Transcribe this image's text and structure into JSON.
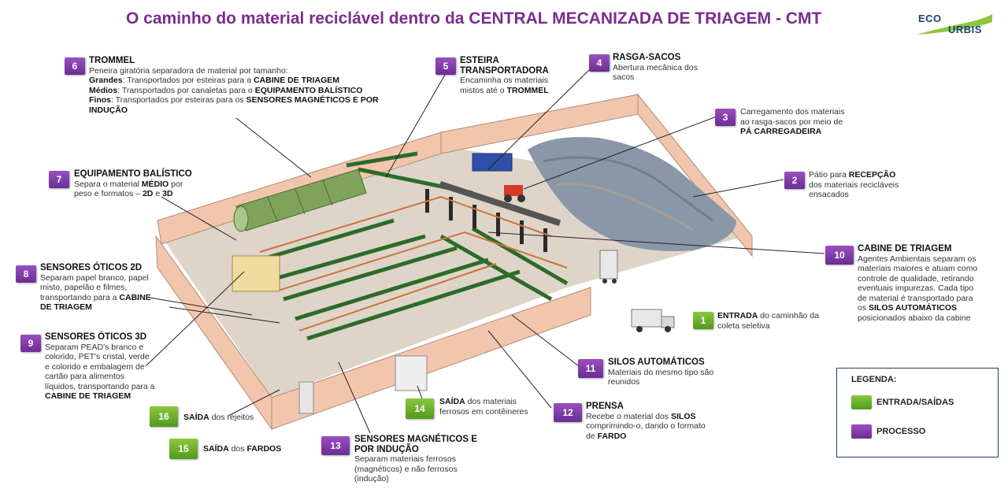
{
  "title": "O caminho do material reciclável dentro da CENTRAL MECANIZADA DE TRIAGEM - CMT",
  "logo": {
    "line1": "ECO",
    "line2": "URBIS"
  },
  "colors": {
    "title": "#7b2d8e",
    "process": "#7b3aa6",
    "entry_exit": "#5fae25",
    "legend_border": "#1e3f6e"
  },
  "steps": {
    "s1": {
      "num": "1",
      "head": "ENTRADA",
      "text": " do caminhão da coleta seletiva"
    },
    "s2": {
      "num": "2",
      "pre": "Pátio para ",
      "head": "RECEPÇÃO",
      "text": " dos materiais recicláveis ensacados"
    },
    "s3": {
      "num": "3",
      "text": "Carregamento dos materiais ao rasga-sacos por meio de ",
      "head": "PÁ CARREGADEIRA"
    },
    "s4": {
      "num": "4",
      "head": "RASGA-SACOS",
      "text": "Abertura mecânica dos sacos"
    },
    "s5": {
      "num": "5",
      "head": "ESTEIRA TRANSPORTADORA",
      "text": "Encaminha os materiais mistos até o ",
      "bold": "TROMMEL"
    },
    "s6": {
      "num": "6",
      "head": "TROMMEL",
      "l1": "Peneira giratória separadora de material por tamanho:",
      "g_lbl": "Grandes",
      "g_txt": ": Transportados por esteiras para a ",
      "g_b": "CABINE DE TRIAGEM",
      "m_lbl": "Médios",
      "m_txt": ":  Transportados por canaletas para o ",
      "m_b": "EQUIPAMENTO BALÍSTICO",
      "f_lbl": "Finos",
      "f_txt": ": Transportados por esteiras para os ",
      "f_b": "SENSORES MAGNÉTICOS E POR  INDUÇÃO"
    },
    "s7": {
      "num": "7",
      "head": "EQUIPAMENTO BALÍSTICO",
      "t1": "Separa o material ",
      "b1": "MÉDIO",
      "t2": " por peso e formatos – ",
      "b2": "2D",
      "t3": " e ",
      "b3": "3D"
    },
    "s8": {
      "num": "8",
      "head": "SENSORES ÓTICOS 2D",
      "text": "Separam papel branco, papel misto, papelão e filmes, transportando para a ",
      "bold": "CABINE DE TRIAGEM"
    },
    "s9": {
      "num": "9",
      "head": "SENSORES ÓTICOS 3D",
      "text": "Separam PEAD's branco e colorido, PET's cristal, verde e colorido e embalagem de cartão para alimentos líquidos, transportando para a ",
      "bold": "CABINE DE TRIAGEM"
    },
    "s10": {
      "num": "10",
      "head": "CABINE DE TRIAGEM",
      "text": "Agentes Ambientais separam os materiais maiores e atuam como controle de qualidade, retirando eventuais impurezas. Cada tipo de material é transportado para os ",
      "bold": "SILOS AUTOMÁTICOS",
      "tail": " posicionados abaixo da cabine"
    },
    "s11": {
      "num": "11",
      "head": "SILOS AUTOMÁTICOS",
      "text": "Materiais do mesmo tipo são reunidos"
    },
    "s12": {
      "num": "12",
      "head": "PRENSA",
      "t1": "Recebe o material dos ",
      "b1": "SILOS",
      "t2": " comprimindo-o, dando o formato de ",
      "b2": "FARDO"
    },
    "s13": {
      "num": "13",
      "head": "SENSORES MAGNÉTICOS E POR INDUÇÃO",
      "text": "Separam materiais ferrosos (magnéticos) e não ferrosos (indução)"
    },
    "s14": {
      "num": "14",
      "head": "SAÍDA",
      "text": " dos materiais ferrosos em contêineres"
    },
    "s15": {
      "num": "15",
      "head": "SAÍDA",
      "text": " dos ",
      "bold": "FARDOS"
    },
    "s16": {
      "num": "16",
      "head": "SAÍDA",
      "text": " dos rejeitos"
    }
  },
  "legend": {
    "title": "LEGENDA:",
    "entry": "ENTRADA/SAÍDAS",
    "process": "PROCESSO"
  }
}
